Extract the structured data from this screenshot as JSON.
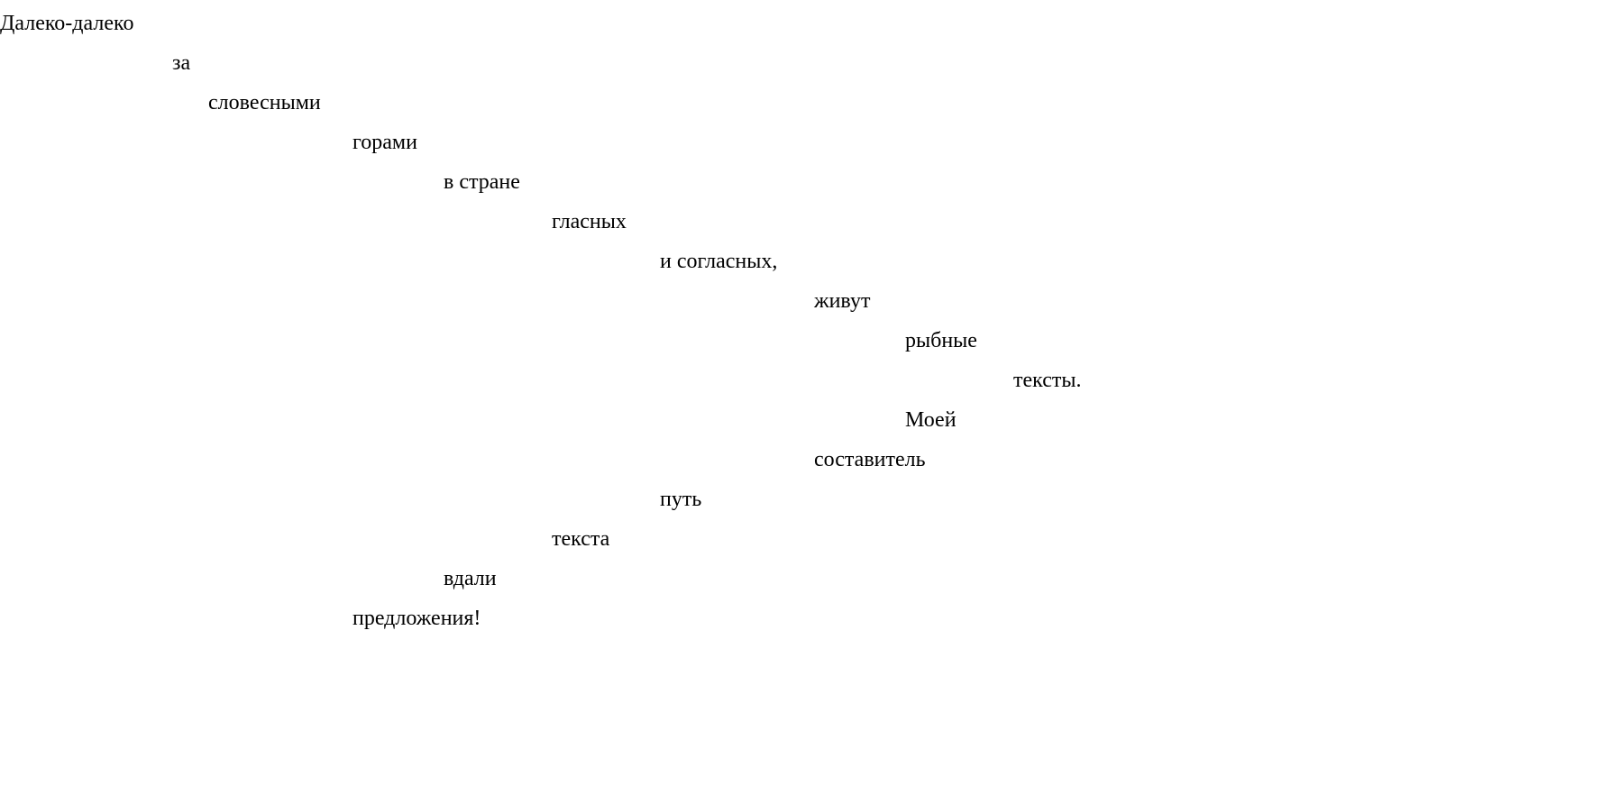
{
  "poem": {
    "words": [
      "Далеко-далеко",
      "за",
      "словесными",
      "горами",
      "в стране",
      "гласных",
      "и согласных,",
      "живут",
      "рыбные",
      "тексты.",
      "Моей",
      "составитель",
      "путь",
      "текста",
      "вдали",
      "предложения!"
    ]
  }
}
